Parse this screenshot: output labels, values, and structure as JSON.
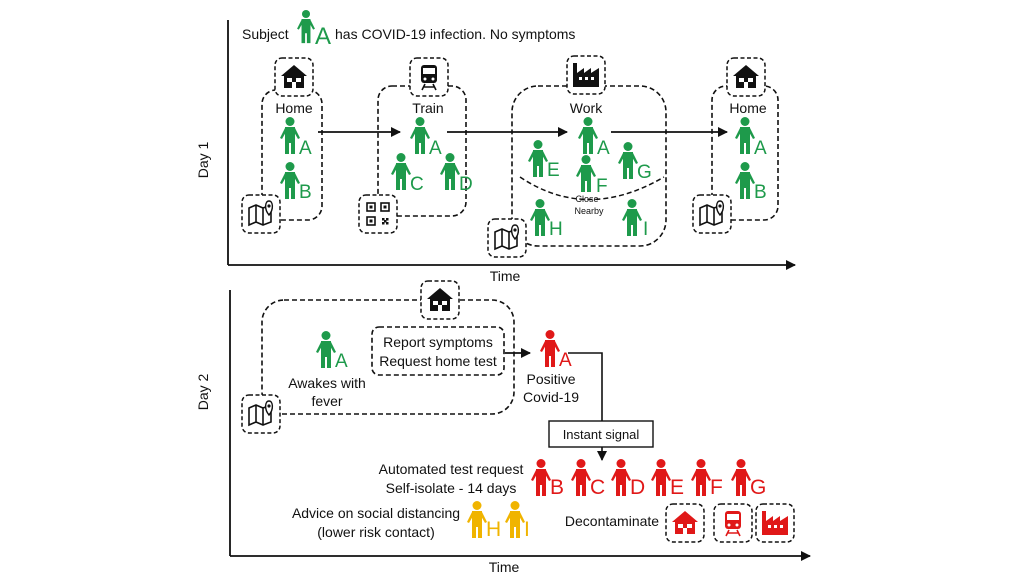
{
  "colors": {
    "healthy": "#1e9a4b",
    "positive": "#e01818",
    "low_risk": "#f0b400",
    "ink": "#111111"
  },
  "header": {
    "subject_prefix": "Subject",
    "subject_letter": "A",
    "subject_suffix": "has COVID-19 infection. No symptoms"
  },
  "day1": {
    "axis_label": "Day 1",
    "time_label": "Time",
    "locations": {
      "home": "Home",
      "train": "Train",
      "work": "Work",
      "home_end": "Home"
    },
    "close_label": "Close",
    "nearby_label": "Nearby",
    "people": {
      "home_a": "A",
      "home_b": "B",
      "train_a": "A",
      "train_c": "C",
      "train_d": "D",
      "work_e": "E",
      "work_a": "A",
      "work_g": "G",
      "work_f": "F",
      "work_h": "H",
      "work_i": "I",
      "end_a": "A",
      "end_b": "B"
    },
    "icons": [
      "home-icon",
      "train-icon",
      "factory-icon",
      "home-icon",
      "map-pin-icon",
      "qr-code-icon"
    ]
  },
  "day2": {
    "axis_label": "Day 2",
    "time_label": "Time",
    "subject_letter": "A",
    "awakes_line1": "Awakes with",
    "awakes_line2": "fever",
    "report_line1": "Report symptoms",
    "report_line2": "Request home test",
    "positive_letter": "A",
    "positive_line1": "Positive",
    "positive_line2": "Covid-19",
    "instant_signal": "Instant signal",
    "automated_line1": "Automated test request",
    "automated_line2": "Self-isolate - 14 days",
    "red_letters": [
      "B",
      "C",
      "D",
      "E",
      "F",
      "G"
    ],
    "advice_line1": "Advice on social distancing",
    "advice_line2": "(lower risk contact)",
    "yellow_letters": [
      "H",
      "I"
    ],
    "decontaminate": "Decontaminate"
  }
}
